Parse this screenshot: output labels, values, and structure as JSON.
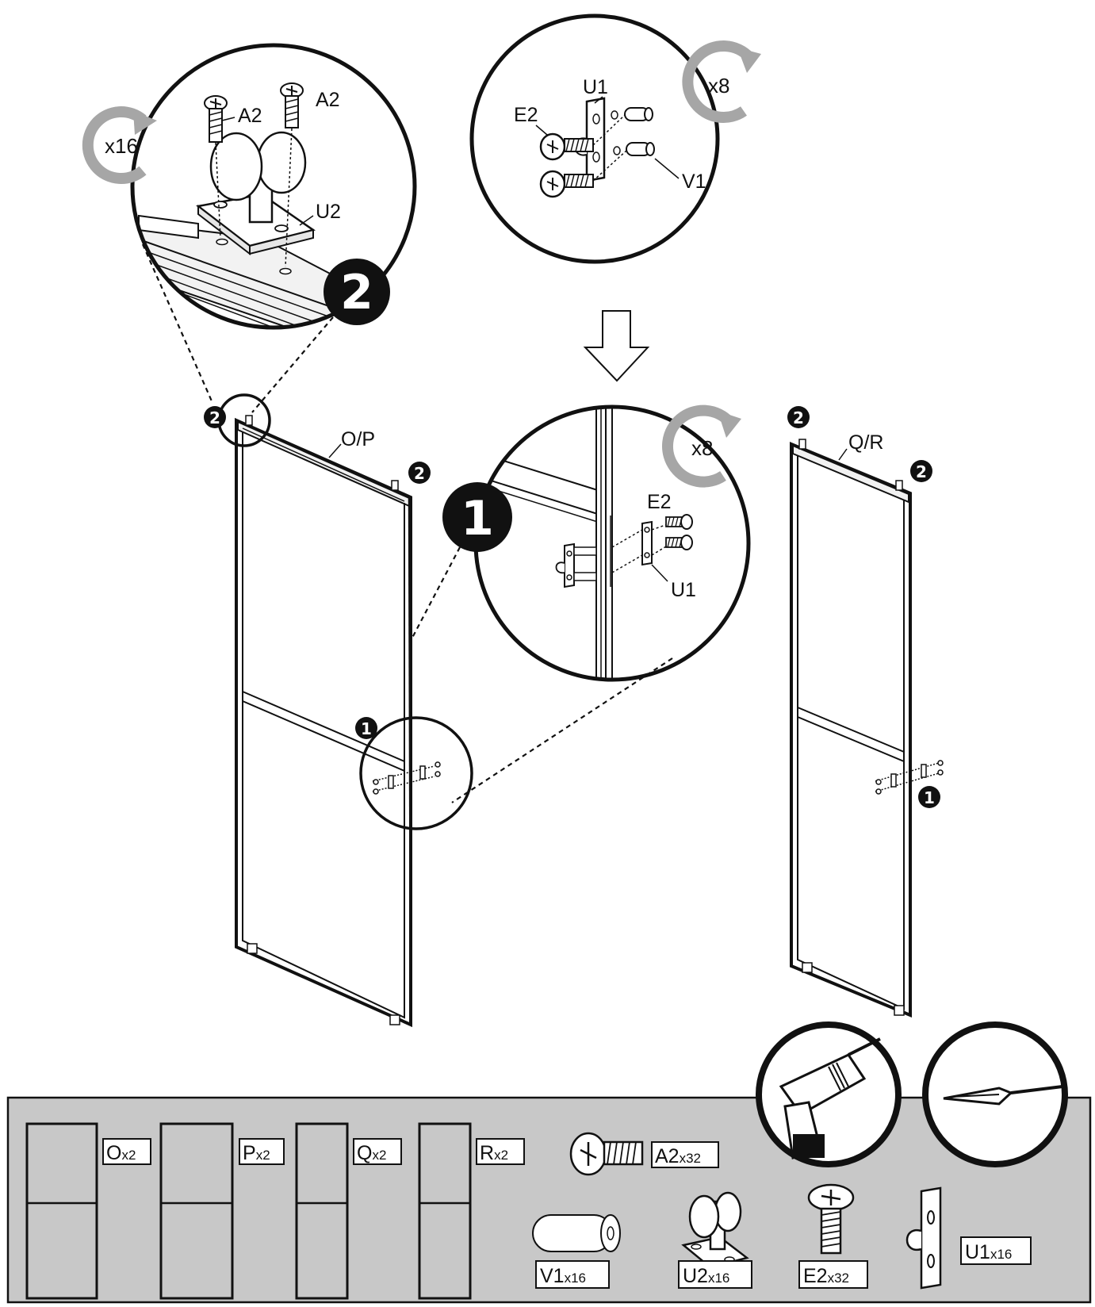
{
  "detail_top_left": {
    "multiplier": "x16",
    "screw_label_1": "A2",
    "screw_label_2": "A2",
    "bracket_label": "U2",
    "step_badge": "2"
  },
  "detail_top_right": {
    "multiplier": "x8",
    "plate_label": "U1",
    "screw_label": "E2",
    "dowel_label": "V1"
  },
  "detail_middle": {
    "multiplier": "x8",
    "screw_label": "E2",
    "plate_label": "U1",
    "step_badge": "1"
  },
  "panel_left": {
    "label": "O/P",
    "badge_top_left": "2",
    "badge_top_right": "2",
    "badge_middle": "1"
  },
  "panel_right": {
    "label": "Q/R",
    "badge_top_left": "2",
    "badge_top_right": "2",
    "badge_middle": "1"
  },
  "parts": {
    "o": {
      "letter": "O",
      "qty": "x2"
    },
    "p": {
      "letter": "P",
      "qty": "x2"
    },
    "q": {
      "letter": "Q",
      "qty": "x2"
    },
    "r": {
      "letter": "R",
      "qty": "x2"
    },
    "a2": {
      "letter": "A2",
      "qty": "x32"
    },
    "v1": {
      "letter": "V1",
      "qty": "x16"
    },
    "u2": {
      "letter": "U2",
      "qty": "x16"
    },
    "e2": {
      "letter": "E2",
      "qty": "x32"
    },
    "u1": {
      "letter": "U1",
      "qty": "x16"
    }
  },
  "tools": [
    "drill-icon",
    "screwdriver-icon"
  ],
  "colors": {
    "ink": "#111111",
    "rotate_arrow": "#a6a6a6",
    "parts_panel": "#c8c8c8",
    "part_label_bg": "#ffffff"
  }
}
